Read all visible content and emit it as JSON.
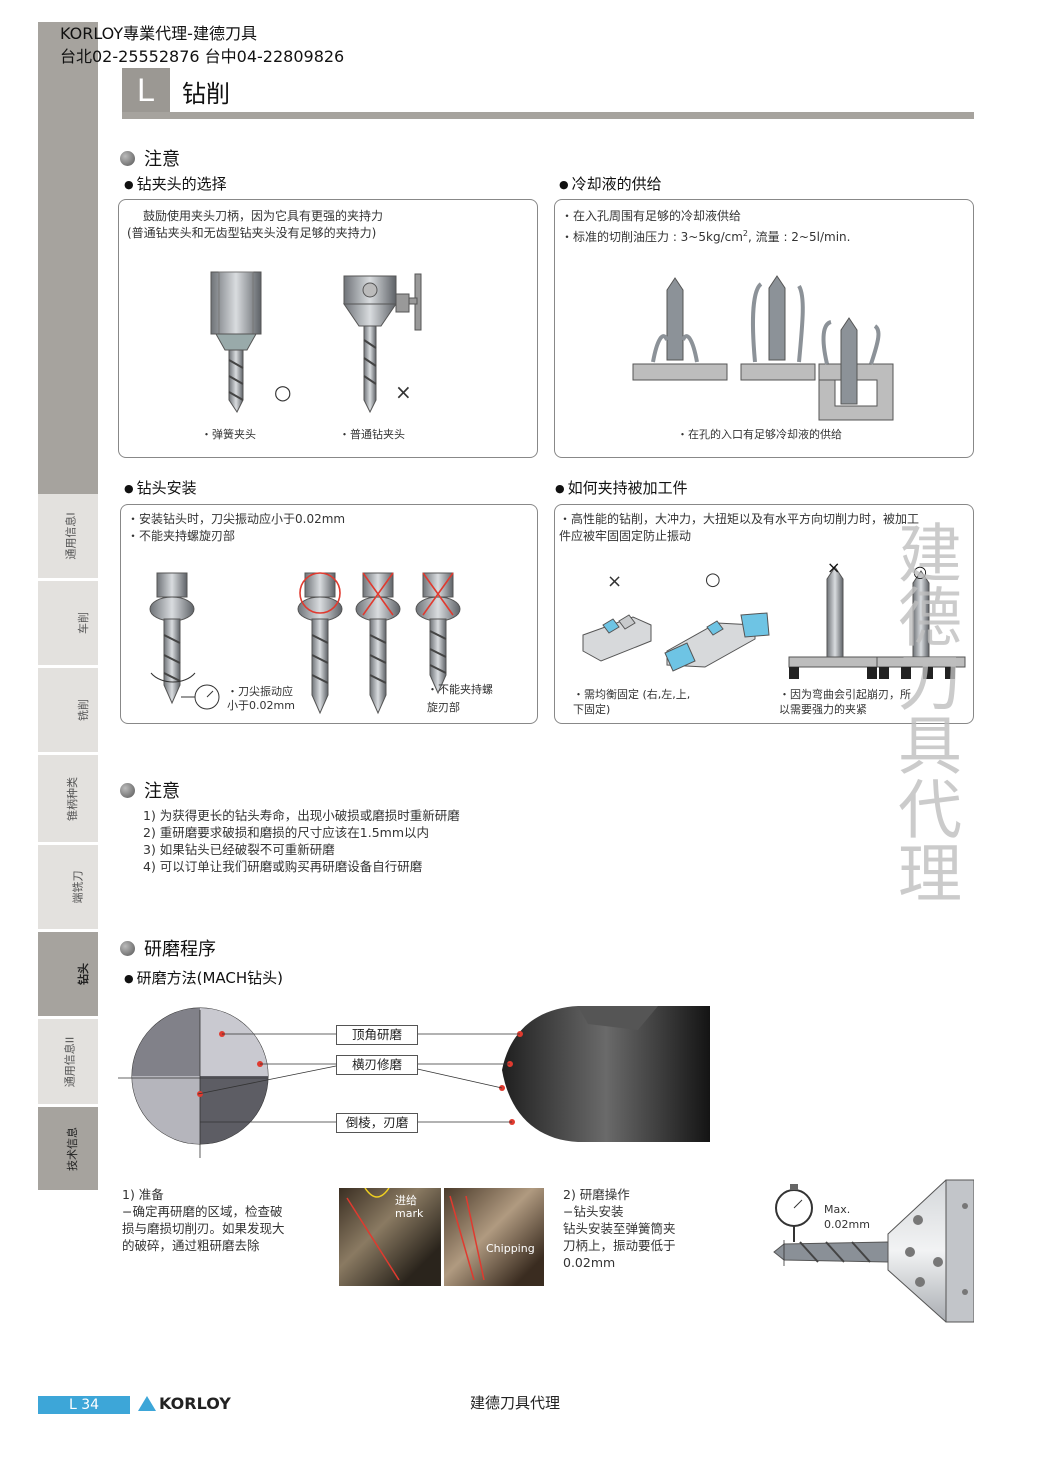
{
  "header": {
    "agent_line1": "KORLOY專業代理-建德刀具",
    "agent_line2": "台北02-25552876 台中04-22809826",
    "chapter_letter": "L",
    "chapter_title": "钻削"
  },
  "sidebar": {
    "tabs": [
      {
        "label": "通用信息I"
      },
      {
        "label": "车削"
      },
      {
        "label": "铣削"
      },
      {
        "label": "锥柄种类"
      },
      {
        "label": "端铣刀"
      },
      {
        "label": "钻头"
      },
      {
        "label": "通用信息II"
      },
      {
        "label": "技术信息"
      }
    ]
  },
  "section1": {
    "title": "注意",
    "chuck": {
      "heading": "钻夹头的选择",
      "lines": [
        "鼓励使用夹头刀柄，因为它具有更强的夹持力",
        "(普通钻夹头和无齿型钻夹头没有足够的夹持力)"
      ],
      "caption_left": "・弹簧夹头",
      "caption_right": "・普通钻夹头",
      "mark_ok": "○",
      "mark_ng": "×"
    },
    "coolant": {
      "heading": "冷却液的供给",
      "line1": "・在入孔周围有足够的冷却液供给",
      "line2_prefix": "・标准的切削油压力 : 3~5kg/cm",
      "line2_sup": "2",
      "line2_suffix": ", 流量 : 2~5l/min.",
      "caption": "・在孔的入口有足够冷却液的供给"
    },
    "mounting": {
      "heading": "钻头安装",
      "lines": [
        "・安装钻头时，刀尖振动应小于0.02mm",
        "・不能夹持螺旋刃部"
      ],
      "caption_runout_1": "・刀尖振动应",
      "caption_runout_2": "小于0.02mm",
      "caption_flute_1": "・不能夹持螺",
      "caption_flute_2": "旋刃部"
    },
    "workholding": {
      "heading": "如何夹持被加工件",
      "lines": [
        "・高性能的钻削，大冲力，大扭矩以及有水平方向切削力时，被加工",
        "  件应被牢固固定防止振动"
      ],
      "caption_left_1": "・需均衡固定 (右,左,上,",
      "caption_left_2": "下固定)",
      "caption_right_1": "・因为弯曲会引起崩刃，所",
      "caption_right_2": "以需要强力的夹紧",
      "mark_ng": "×",
      "mark_ok": "○"
    }
  },
  "section2": {
    "title": "注意",
    "notes": [
      "1) 为获得更长的钻头寿命，出现小破损或磨损时重新研磨",
      "2) 重研磨要求破损和磨损的尺寸应该在1.5mm以内",
      "3) 如果钻头已经破裂不可重新研磨",
      "4) 可以订单让我们研磨或购买再研磨设备自行研磨"
    ]
  },
  "section3": {
    "title": "研磨程序",
    "subheading": "研磨方法(MACH钻头)",
    "labels": [
      "顶角研磨",
      "横刃修磨",
      "倒棱，刃磨"
    ],
    "prep": {
      "title": "1) 准备",
      "lines": [
        "−确定再研磨的区域，检查破",
        "  损与磨损切削刃。如果发现大",
        "  的破碎，通过粗研磨去除"
      ]
    },
    "photo_labels": {
      "feed_mark_1": "进给",
      "feed_mark_2": "mark",
      "chipping": "Chipping"
    },
    "operation": {
      "title": "2) 研磨操作",
      "lines": [
        "−钻头安装",
        "  钻头安装至弹簧筒夹",
        "  刀柄上，振动要低于",
        "  0.02mm"
      ]
    },
    "gauge_label_1": "Max.",
    "gauge_label_2": "0.02mm"
  },
  "footer": {
    "page": "L 34",
    "brand": "KORLOY",
    "center": "建德刀具代理"
  },
  "watermark": "建德刀具代理",
  "colors": {
    "sidebar": "#a6a39e",
    "page_tab": "#3da6d8",
    "accent_red": "#e03a2f"
  }
}
